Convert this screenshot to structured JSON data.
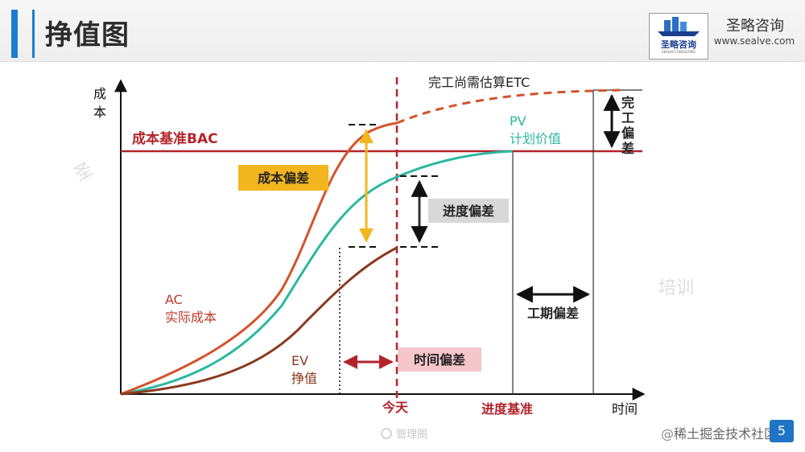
{
  "header": {
    "title": "挣值图",
    "company": {
      "name": "圣略咨询",
      "url": "www.sealve.com",
      "logo_text": "圣略咨询",
      "logo_subtext": "SEALVE CONSULTING"
    }
  },
  "diagram": {
    "y_axis_label": "成本",
    "x_axis_label": "时间",
    "bac_label": "成本基准BAC",
    "etc_label": "完工尚需估算ETC",
    "pv_label_line1": "PV",
    "pv_label_line2": "计划价值",
    "ac_label_line1": "AC",
    "ac_label_line2": "实际成本",
    "ev_label_line1": "EV",
    "ev_label_line2": "挣值",
    "today_label": "今天",
    "schedule_baseline_label": "进度基准",
    "cost_variance_label": "成本偏差",
    "schedule_variance_label": "进度偏差",
    "time_variance_label": "时间偏差",
    "duration_variance_label": "工期偏差",
    "completion_variance_label": "完工偏差"
  },
  "colors": {
    "bac": "#b3232b",
    "ac": "#d2542c",
    "pv": "#2bb8a0",
    "ev": "#8b3a1f",
    "today": "#b3232b",
    "cost_variance_bg": "#f3b61f",
    "schedule_variance_bg": "#d8d8d8",
    "time_variance_bg": "#f5c6ca",
    "accent": "#1a7fd0"
  },
  "watermarks": {
    "bottom": "稀土掘金技术社区",
    "bottom_at": "@",
    "center": "管理圈",
    "side": "培训",
    "page_number": "5"
  }
}
